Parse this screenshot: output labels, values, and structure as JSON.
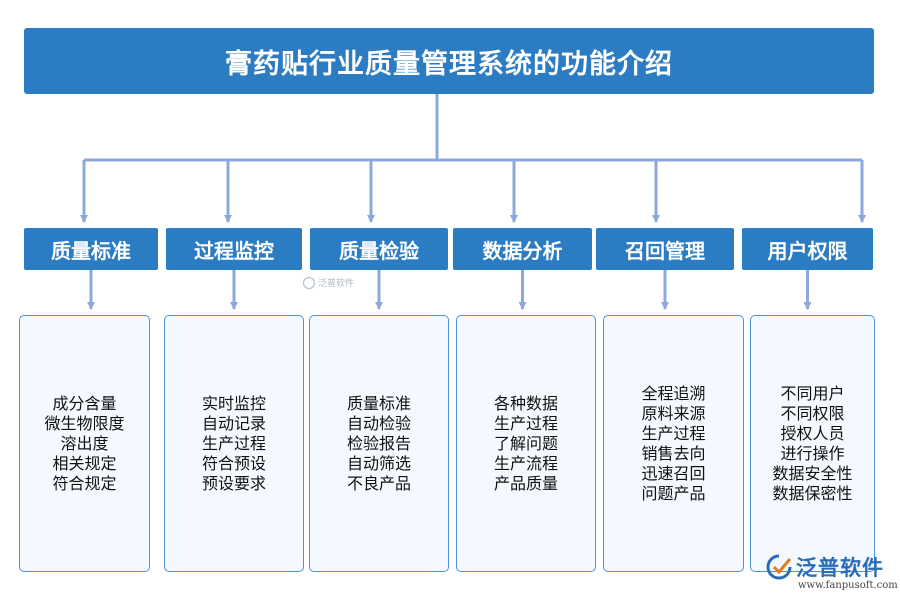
{
  "title": "膏药贴行业质量管理系统的功能介绍",
  "categories": [
    {
      "label": "质量标准",
      "items": [
        "成分含量",
        "微生物限度",
        "溶出度",
        "相关规定",
        "符合规定"
      ]
    },
    {
      "label": "过程监控",
      "items": [
        "实时监控",
        "自动记录",
        "生产过程",
        "符合预设",
        "预设要求"
      ]
    },
    {
      "label": "质量检验",
      "items": [
        "质量标准",
        "自动检验",
        "检验报告",
        "自动筛选",
        "不良产品"
      ]
    },
    {
      "label": "数据分析",
      "items": [
        "各种数据",
        "生产过程",
        "了解问题",
        "生产流程",
        "产品质量"
      ]
    },
    {
      "label": "召回管理",
      "items": [
        "全程追溯",
        "原料来源",
        "生产过程",
        "销售去向",
        "迅速召回",
        "问题产品"
      ]
    },
    {
      "label": "用户权限",
      "items": [
        "不同用户",
        "不同权限",
        "授权人员",
        "进行操作",
        "数据安全性",
        "数据保密性"
      ]
    }
  ],
  "watermark": {
    "center_text": "泛普软件",
    "brand_name": "泛普软件",
    "brand_url": "www.fanpusoft.com"
  },
  "colors": {
    "box_fill": "#2b7cc3",
    "connector": "#8fa8dc",
    "card_border": "#4d94d6",
    "card_fill": "#f3f9fe"
  }
}
